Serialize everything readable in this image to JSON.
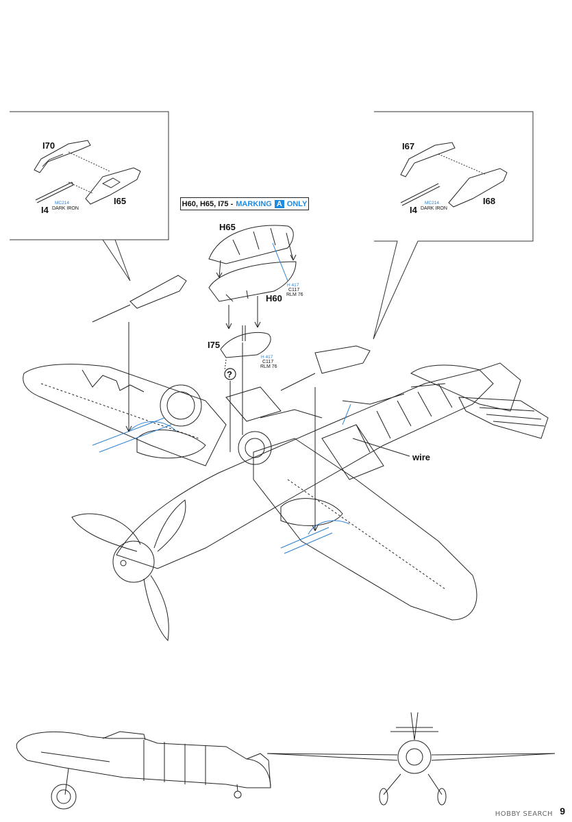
{
  "banner": {
    "parts": "H60, H65, I75 -",
    "marking": "MARKING",
    "letter": "A",
    "only": "ONLY"
  },
  "left_inset": {
    "part_top": "I70",
    "part_right": "I65",
    "part_rod": "I4",
    "paint_code": "MC214",
    "paint_name": "DARK IRON"
  },
  "right_inset": {
    "part_top": "I67",
    "part_right": "I68",
    "part_rod": "I4",
    "paint_code": "MC214",
    "paint_name": "DARK IRON"
  },
  "center": {
    "part_upper": "H65",
    "part_lower": "H60",
    "part_base": "I75",
    "paint1_a": "H 417",
    "paint1_b": "C117",
    "paint1_c": "RLM 76",
    "paint2_a": "H 417",
    "paint2_b": "C117",
    "paint2_c": "RLM 76",
    "question": "?"
  },
  "callouts": {
    "wire": "wire"
  },
  "footer": {
    "page_number": "9",
    "watermark": "HOBBY SEARCH"
  }
}
